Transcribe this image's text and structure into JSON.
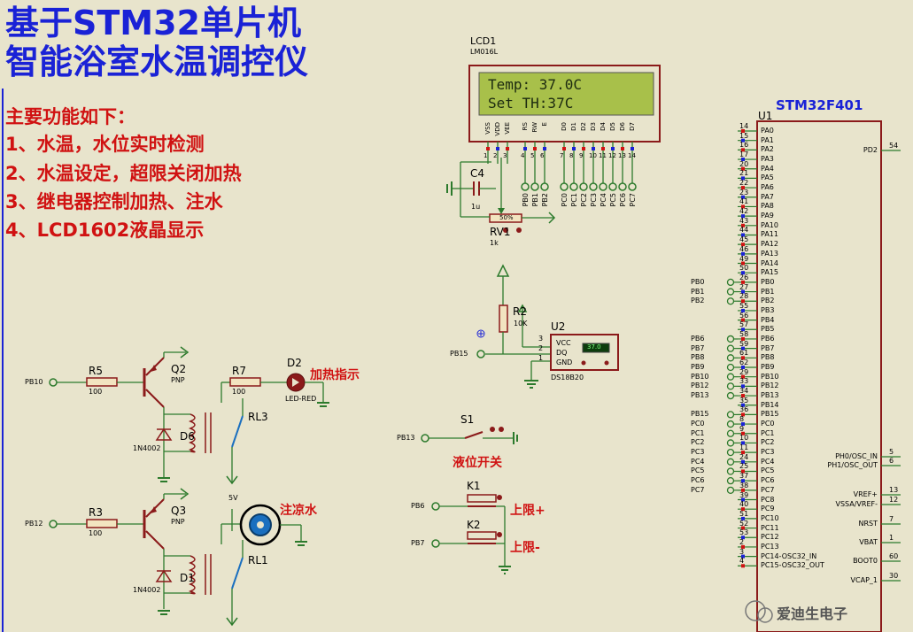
{
  "title": {
    "line1": "基于STM32单片机",
    "line2": "智能浴室水温调控仪"
  },
  "features": {
    "heading": "主要功能如下：",
    "items": [
      "1、水温，水位实时检测",
      "2、水温设定，超限关闭加热",
      "3、继电器控制加热、注水",
      "4、LCD1602液晶显示"
    ]
  },
  "lcd": {
    "ref": "LCD1",
    "part": "LM016L",
    "line1": "Temp:  37.0C",
    "line2": "Set TH:37C",
    "pins": [
      "VSS",
      "VDD",
      "VEE",
      "RS",
      "RW",
      "E",
      "D0",
      "D1",
      "D2",
      "D3",
      "D4",
      "D5",
      "D6",
      "D7"
    ],
    "pin_numbers": [
      "1",
      "2",
      "3",
      "4",
      "5",
      "6",
      "7",
      "8",
      "9",
      "10",
      "11",
      "12",
      "13",
      "14"
    ],
    "nets": [
      "PB0",
      "PB1",
      "PB2",
      "PC0",
      "PC1",
      "PC2",
      "PC3",
      "PC4",
      "PC5",
      "PC6",
      "PC7"
    ]
  },
  "c4": {
    "ref": "C4",
    "value": "1u"
  },
  "rv1": {
    "ref": "RV1",
    "value": "1k",
    "display": "50%"
  },
  "r2": {
    "ref": "R2",
    "value": "10K"
  },
  "u2": {
    "ref": "U2",
    "part": "DS18B20",
    "pins": [
      "VCC",
      "DQ",
      "GND"
    ],
    "pin_numbers": [
      "3",
      "2",
      "1"
    ],
    "display": "37.0",
    "net": "PB15"
  },
  "s1": {
    "ref": "S1",
    "net": "PB13",
    "label": "液位开关"
  },
  "k1": {
    "ref": "K1",
    "net": "PB6",
    "label": "上限+"
  },
  "k2": {
    "ref": "K2",
    "net": "PB7",
    "label": "上限-"
  },
  "heater": {
    "net": "PB10",
    "r5": {
      "ref": "R5",
      "value": "100"
    },
    "q2": {
      "ref": "Q2",
      "type": "PNP"
    },
    "r7": {
      "ref": "R7",
      "value": "100"
    },
    "d2": {
      "ref": "D2",
      "part": "LED-RED",
      "label": "加热指示"
    },
    "d6": {
      "ref": "D6",
      "part": "1N4002"
    },
    "rl3": {
      "ref": "RL3"
    }
  },
  "pump": {
    "net": "PB12",
    "r3": {
      "ref": "R3",
      "value": "100"
    },
    "q3": {
      "ref": "Q3",
      "type": "PNP"
    },
    "d1": {
      "ref": "D1",
      "part": "1N4002"
    },
    "rl1": {
      "ref": "RL1"
    },
    "supply": "5V",
    "label": "注凉水"
  },
  "mcu": {
    "ref": "U1",
    "part": "STM32F401",
    "left_pins": [
      {
        "num": "14",
        "name": "PA0"
      },
      {
        "num": "15",
        "name": "PA1"
      },
      {
        "num": "16",
        "name": "PA2"
      },
      {
        "num": "17",
        "name": "PA3"
      },
      {
        "num": "20",
        "name": "PA4"
      },
      {
        "num": "21",
        "name": "PA5"
      },
      {
        "num": "22",
        "name": "PA6"
      },
      {
        "num": "23",
        "name": "PA7"
      },
      {
        "num": "41",
        "name": "PA8"
      },
      {
        "num": "42",
        "name": "PA9"
      },
      {
        "num": "43",
        "name": "PA10"
      },
      {
        "num": "44",
        "name": "PA11"
      },
      {
        "num": "45",
        "name": "PA12"
      },
      {
        "num": "46",
        "name": "PA13"
      },
      {
        "num": "49",
        "name": "PA14"
      },
      {
        "num": "50",
        "name": "PA15"
      },
      {
        "num": "26",
        "name": "PB0",
        "net": "PB0"
      },
      {
        "num": "27",
        "name": "PB1",
        "net": "PB1"
      },
      {
        "num": "28",
        "name": "PB2",
        "net": "PB2"
      },
      {
        "num": "55",
        "name": "PB3"
      },
      {
        "num": "56",
        "name": "PB4"
      },
      {
        "num": "57",
        "name": "PB5"
      },
      {
        "num": "58",
        "name": "PB6",
        "net": "PB6"
      },
      {
        "num": "59",
        "name": "PB7",
        "net": "PB7"
      },
      {
        "num": "61",
        "name": "PB8",
        "net": "PB8"
      },
      {
        "num": "62",
        "name": "PB9",
        "net": "PB9"
      },
      {
        "num": "29",
        "name": "PB10",
        "net": "PB10"
      },
      {
        "num": "33",
        "name": "PB12",
        "net": "PB12"
      },
      {
        "num": "34",
        "name": "PB13",
        "net": "PB13"
      },
      {
        "num": "35",
        "name": "PB14"
      },
      {
        "num": "36",
        "name": "PB15",
        "net": "PB15"
      },
      {
        "num": "8",
        "name": "PC0",
        "net": "PC0"
      },
      {
        "num": "9",
        "name": "PC1",
        "net": "PC1"
      },
      {
        "num": "10",
        "name": "PC2",
        "net": "PC2"
      },
      {
        "num": "11",
        "name": "PC3",
        "net": "PC3"
      },
      {
        "num": "24",
        "name": "PC4",
        "net": "PC4"
      },
      {
        "num": "25",
        "name": "PC5",
        "net": "PC5"
      },
      {
        "num": "37",
        "name": "PC6",
        "net": "PC6"
      },
      {
        "num": "38",
        "name": "PC7",
        "net": "PC7"
      },
      {
        "num": "39",
        "name": "PC8"
      },
      {
        "num": "40",
        "name": "PC9"
      },
      {
        "num": "51",
        "name": "PC10"
      },
      {
        "num": "52",
        "name": "PC11"
      },
      {
        "num": "53",
        "name": "PC12"
      },
      {
        "num": "2",
        "name": "PC13"
      },
      {
        "num": "3",
        "name": "PC14-OSC32_IN"
      },
      {
        "num": "4",
        "name": "PC15-OSC32_OUT"
      }
    ],
    "right_pins": [
      {
        "num": "54",
        "name": "PD2"
      },
      {
        "num": "5",
        "name": "PH0/OSC_IN"
      },
      {
        "num": "6",
        "name": "PH1/OSC_OUT"
      },
      {
        "num": "13",
        "name": "VREF+"
      },
      {
        "num": "12",
        "name": "VSSA/VREF-"
      },
      {
        "num": "7",
        "name": "NRST"
      },
      {
        "num": "1",
        "name": "VBAT"
      },
      {
        "num": "60",
        "name": "BOOT0"
      },
      {
        "num": "30",
        "name": "VCAP_1"
      }
    ]
  },
  "watermark": "爱迪生电子",
  "colors": {
    "background": "#e8e4cc",
    "wire": "#2c7a2c",
    "title": "#1a22d6",
    "text_red": "#d01212",
    "component": "#8b1a1a",
    "lcd_screen": "#a8c04a"
  }
}
